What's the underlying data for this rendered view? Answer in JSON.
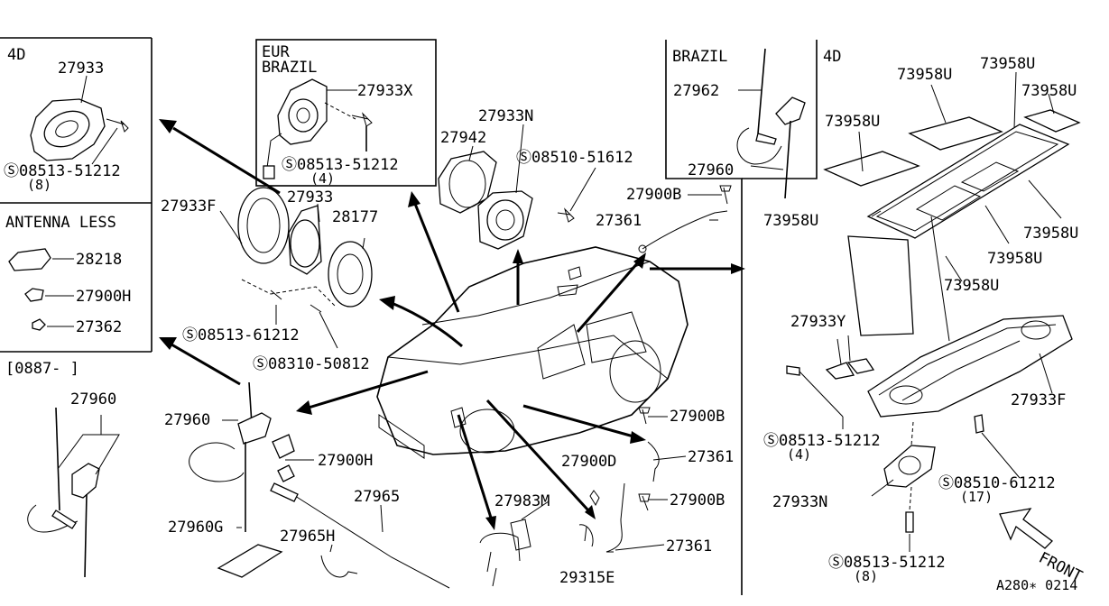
{
  "diagram": {
    "code": "A280∗ 0214",
    "sections": {
      "top_left": "4D",
      "antenna_less": "ANTENNA LESS",
      "date_code": "[0887-     ]",
      "eur_brazil_1": "EUR",
      "eur_brazil_2": "BRAZIL",
      "brazil": "BRAZIL",
      "top_right": "4D"
    },
    "front_label": "FRONT",
    "labels": {
      "p27933_tl": "27933",
      "s08513_51212_tl": "Ⓢ08513-51212",
      "q8_tl": "(8)",
      "p28218": "28218",
      "p27900H_l": "27900H",
      "p27362": "27362",
      "p27960_bl": "27960",
      "p27933X": "27933X",
      "s08513_51212_eur": "Ⓢ08513-51212",
      "q4_eur": "(4)",
      "p27933F_l": "27933F",
      "p27933_c": "27933",
      "p28177": "28177",
      "s08513_61212": "Ⓢ08513-61212",
      "s08310_50812": "Ⓢ08310-50812",
      "p27960_c": "27960",
      "p27900H_c": "27900H",
      "p27965": "27965",
      "p27960G": "27960G",
      "p27965H": "27965H",
      "p27942": "27942",
      "p27933N_top": "27933N",
      "s08510_51612": "Ⓢ08510-51612",
      "p27962": "27962",
      "p27960_br": "27960",
      "p27900B_1": "27900B",
      "p27361_1": "27361",
      "p27900B_2": "27900B",
      "p27361_2": "27361",
      "p27900D": "27900D",
      "p27900B_3": "27900B",
      "p27983M": "27983M",
      "p27361_3": "27361",
      "p29315E": "29315E",
      "u73958_1": "73958U",
      "u73958_2": "73958U",
      "u73958_3": "73958U",
      "u73958_4": "73958U",
      "u73958_5": "73958U",
      "u73958_6": "73958U",
      "u73958_7": "73958U",
      "u73958_8": "73958U",
      "p27933Y": "27933Y",
      "p27933F_r": "27933F",
      "s08513_51212_r": "Ⓢ08513-51212",
      "q4_r": "(4)",
      "s08510_61212": "Ⓢ08510-61212",
      "q17": "(17)",
      "p27933N_r": "27933N",
      "s08513_51212_b": "Ⓢ08513-51212",
      "q8_b": "(8)"
    }
  }
}
